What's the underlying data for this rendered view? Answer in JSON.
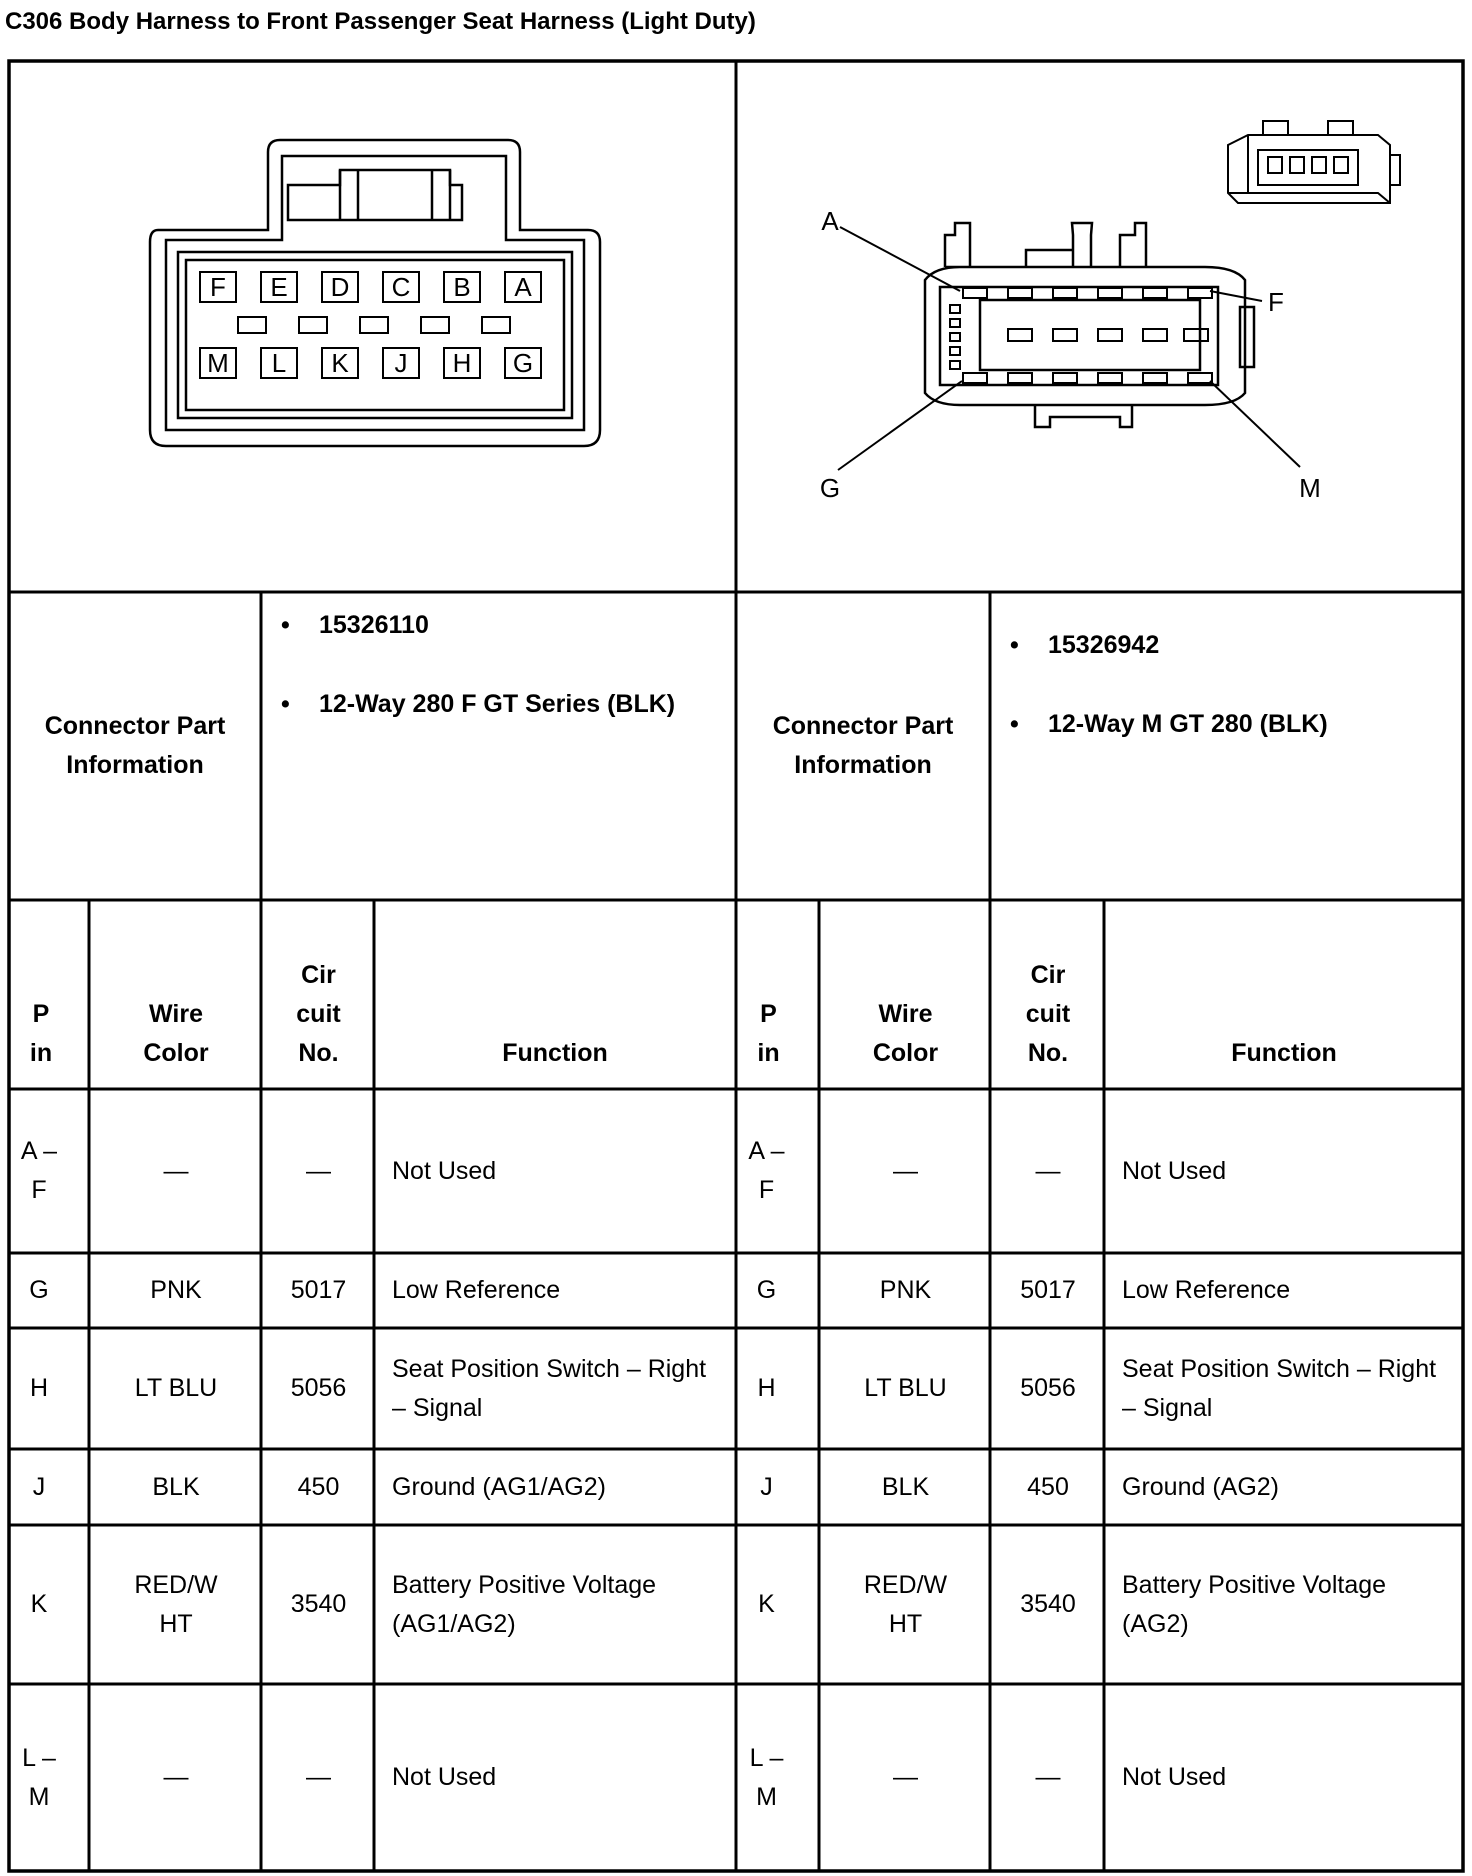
{
  "title": "C306 Body Harness to Front Passenger Seat Harness (Light Duty)",
  "left_connector": {
    "part_info_label": "Connector Part Information",
    "part_info": [
      "15326110",
      "12-Way 280 F GT Series (BLK)"
    ],
    "top_pins": [
      "F",
      "E",
      "D",
      "C",
      "B",
      "A"
    ],
    "bottom_pins": [
      "M",
      "L",
      "K",
      "J",
      "H",
      "G"
    ]
  },
  "right_connector": {
    "part_info_label": "Connector Part Information",
    "part_info": [
      "15326942",
      "12-Way M GT 280 (BLK)"
    ],
    "callouts": [
      "A",
      "F",
      "G",
      "M"
    ]
  },
  "columns": {
    "pin": "P in",
    "wire_color": "Wire Color",
    "circuit": "Cir cuit No.",
    "function": "Function"
  },
  "rows": [
    {
      "pin": "A –F",
      "wire_color": "—",
      "circuit": "—",
      "function": "Not Used",
      "function_right": "Not Used"
    },
    {
      "pin": "G",
      "wire_color": "PNK",
      "circuit": "5017",
      "function": "Low Reference",
      "function_right": "Low Reference"
    },
    {
      "pin": "H",
      "wire_color": "LT BLU",
      "circuit": "5056",
      "function": "Seat Position Switch – Right – Signal",
      "function_right": "Seat Position Switch – Right – Signal"
    },
    {
      "pin": "J",
      "wire_color": "BLK",
      "circuit": "450",
      "function": "Ground (AG1/AG2)",
      "function_right": "Ground (AG2)"
    },
    {
      "pin": "K",
      "wire_color": "RED/W HT",
      "circuit": "3540",
      "function": "Battery Positive Voltage (AG1/AG2)",
      "function_right": "Battery Positive Voltage (AG2)"
    },
    {
      "pin": "L – M",
      "wire_color": "—",
      "circuit": "—",
      "function": "Not Used",
      "function_right": "Not Used"
    }
  ]
}
